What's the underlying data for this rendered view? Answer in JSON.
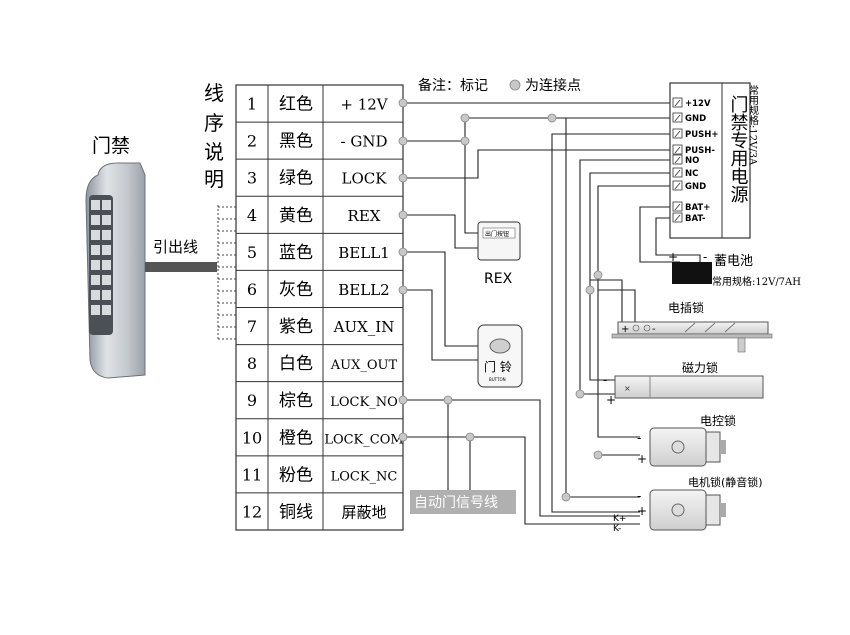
{
  "device": {
    "label": "门禁",
    "lead_label": "引出线"
  },
  "wiring_table": {
    "header": "线序说明",
    "rows": [
      {
        "no": "1",
        "color": "红色",
        "signal": "+ 12V"
      },
      {
        "no": "2",
        "color": "黑色",
        "signal": "- GND"
      },
      {
        "no": "3",
        "color": "绿色",
        "signal": "LOCK"
      },
      {
        "no": "4",
        "color": "黄色",
        "signal": "REX"
      },
      {
        "no": "5",
        "color": "蓝色",
        "signal": "BELL1"
      },
      {
        "no": "6",
        "color": "灰色",
        "signal": "BELL2"
      },
      {
        "no": "7",
        "color": "紫色",
        "signal": "AUX_IN"
      },
      {
        "no": "8",
        "color": "白色",
        "signal": "AUX_OUT"
      },
      {
        "no": "9",
        "color": "棕色",
        "signal": "LOCK_NO"
      },
      {
        "no": "10",
        "color": "橙色",
        "signal": "LOCK_COM"
      },
      {
        "no": "11",
        "color": "粉色",
        "signal": "LOCK_NC"
      },
      {
        "no": "12",
        "color": "铜线",
        "signal": "屏蔽地"
      }
    ]
  },
  "note": {
    "prefix": "备注：标记",
    "suffix": "为连接点"
  },
  "power_supply": {
    "title": "门禁专用电源",
    "spec": "常用规格:12V/3A",
    "terminals": [
      "+12V",
      "GND",
      "PUSH+",
      "PUSH-",
      "NO",
      "NC",
      "GND",
      "BAT+",
      "BAT-"
    ]
  },
  "battery": {
    "label": "蓄电池",
    "spec": "常用规格:12V/7AH",
    "plus": "+",
    "minus": "-"
  },
  "exit_button": {
    "label": "REX",
    "plate_text": "出门按钮"
  },
  "doorbell": {
    "label": "门 铃",
    "sub": "BUTTON"
  },
  "auto_door_label": "自动门信号线",
  "locks": [
    {
      "name": "电插锁",
      "plus": "+",
      "minus": "-"
    },
    {
      "name": "磁力锁",
      "plus": "+",
      "minus": "-"
    },
    {
      "name": "电控锁",
      "plus": "+",
      "minus": "-"
    },
    {
      "name": "电机锁(静音锁)",
      "plus": "+",
      "minus": "-",
      "extra1": "K+",
      "extra2": "K-"
    }
  ]
}
